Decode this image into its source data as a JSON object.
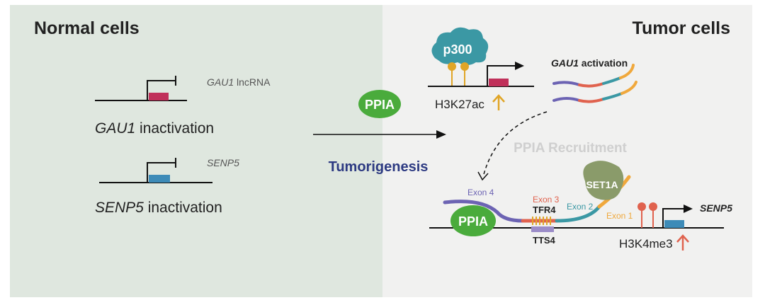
{
  "panels": {
    "normal": {
      "title": "Normal cells",
      "bg": "#dfe7df"
    },
    "tumor": {
      "title": "Tumor cells",
      "bg": "#f1f1f0"
    }
  },
  "normal": {
    "gau1": {
      "gene_label_italic": "GAU1",
      "gene_label_rest": " lncRNA",
      "state_italic": "GAU1",
      "state_rest": " inactivation",
      "box_color": "#c0305a"
    },
    "senp5": {
      "gene_label_italic": "SENP5",
      "state_italic": "SENP5",
      "state_rest": " inactivation",
      "box_color": "#3d8bb8"
    }
  },
  "transition": {
    "protein": "PPIA",
    "process": "Tumorigenesis"
  },
  "tumor": {
    "top": {
      "p300": "p300",
      "mark": "H3K27ac",
      "activation_italic": "GAU1",
      "activation_rest": " activation",
      "box_color": "#c0305a"
    },
    "recruitment": "PPIA Recruitment",
    "bottom": {
      "ppia": "PPIA",
      "set1a": "SET1A",
      "exons": [
        "Exon 4",
        "Exon 3",
        "Exon 2",
        "Exon 1"
      ],
      "tfr4": "TFR4",
      "tts4": "TTS4",
      "mark": "H3K4me3",
      "gene_italic": "SENP5",
      "box_color": "#3d8bb8"
    }
  },
  "colors": {
    "ppia": "#4aab3c",
    "p300": "#3b98a4",
    "set1a": "#8a9b6a",
    "up_arrow_top": "#e0a526",
    "up_arrow_bottom": "#e0624e",
    "exon4": "#6c63b3",
    "exon3": "#e0624e",
    "exon2": "#3b98a4",
    "exon1": "#f0a83c",
    "tts": "#9b8cc8",
    "recruit_text": "#cfcfcf",
    "tumorigenesis": "#2d3a82"
  }
}
